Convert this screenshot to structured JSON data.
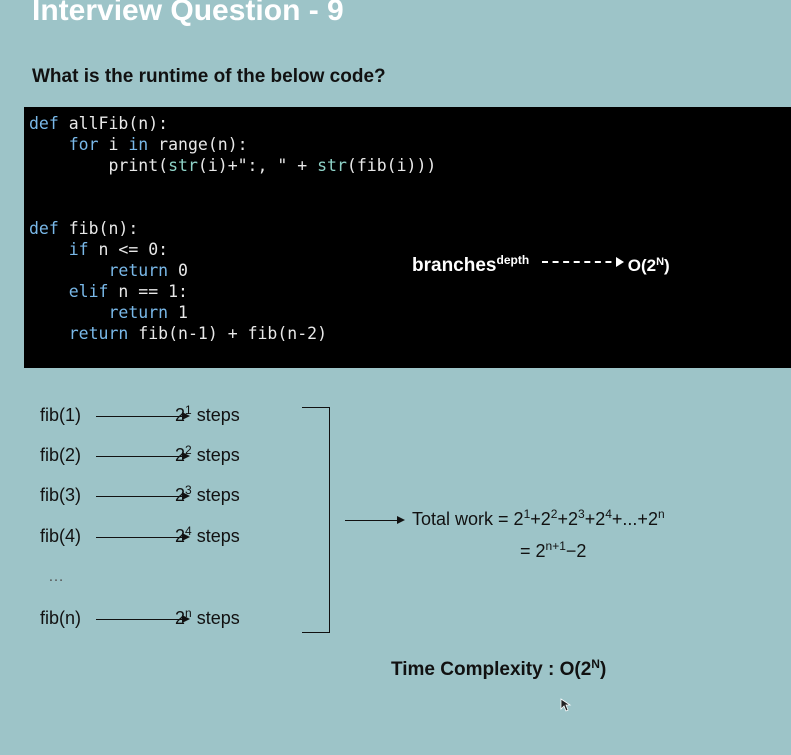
{
  "slide": {
    "title": "Interview Question - 9",
    "question": "What is the runtime of the below code?"
  },
  "code": {
    "lines": [
      "def allFib(n):",
      "    for i in range(n):",
      "        print(str(i)+\":, \" + str(fib(i)))",
      "",
      "",
      "def fib(n):",
      "    if n <= 0:",
      "        return 0",
      "    elif n == 1:",
      "        return 1",
      "    return fib(n-1) + fib(n-2)"
    ],
    "annotation": {
      "base": "branches",
      "exponent": "depth",
      "result_base": "O(2",
      "result_exp": "N",
      "result_close": ")"
    }
  },
  "rows": [
    {
      "fn": "fib(1)",
      "base": "2",
      "exp": "1",
      "suffix": " steps"
    },
    {
      "fn": "fib(2)",
      "base": "2",
      "exp": "2",
      "suffix": " steps"
    },
    {
      "fn": "fib(3)",
      "base": "2",
      "exp": "3",
      "suffix": " steps"
    },
    {
      "fn": "fib(4)",
      "base": "2",
      "exp": "4",
      "suffix": " steps"
    },
    {
      "fn": "fib(n)",
      "base": "2",
      "exp": "n",
      "suffix": " steps"
    }
  ],
  "ellipsis": "…",
  "total": {
    "label": "Total work = ",
    "terms": [
      {
        "b": "2",
        "e": "1"
      },
      {
        "t": "+"
      },
      {
        "b": "2",
        "e": "2"
      },
      {
        "t": "+"
      },
      {
        "b": "2",
        "e": "3"
      },
      {
        "t": "+"
      },
      {
        "b": "2",
        "e": "4"
      },
      {
        "t": "+...+"
      },
      {
        "b": "2",
        "e": "n"
      }
    ],
    "line2_prefix": "= ",
    "line2_base": "2",
    "line2_exp": "n+1",
    "line2_suffix": "−2"
  },
  "time_complexity": {
    "label": "Time Complexity : O(",
    "base": "2",
    "exp": "N",
    "close": ")"
  },
  "icons": {
    "cursor": "cursor-arrow-icon"
  }
}
